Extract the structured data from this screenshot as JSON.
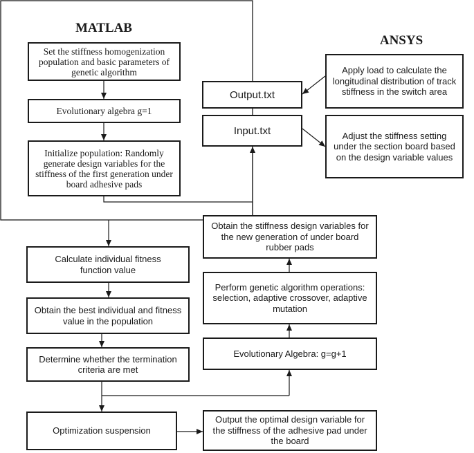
{
  "sections": {
    "matlab": "MATLAB",
    "ansys": "ANSYS"
  },
  "nodes": {
    "set_params": "Set the stiffness homogenization population and basic parameters of genetic algorithm",
    "evo_g1": "Evolutionary algebra g=1",
    "init_pop": "Initialize population: Randomly generate design variables for the stiffness of the first generation under board adhesive pads",
    "output_txt": "Output.txt",
    "input_txt": "Input.txt",
    "apply_load": "Apply load to calculate the longitudinal distribution of track stiffness in the switch area",
    "adjust_stiffness": "Adjust the stiffness setting under the section board based on the design variable values",
    "obtain_new_gen": "Obtain the stiffness design variables for the new generation of under board rubber pads",
    "calc_fitness": "Calculate individual fitness function value",
    "genetic_ops": "Perform genetic algorithm operations: selection, adaptive crossover, adaptive mutation",
    "best_individual": "Obtain the best individual and fitness value in the population",
    "evo_increment": "Evolutionary Algebra: g=g+1",
    "termination": "Determine whether the termination criteria are met",
    "opt_suspension": "Optimization suspension",
    "output_optimal": "Output the optimal design variable for the stiffness of the adhesive pad under the board"
  }
}
